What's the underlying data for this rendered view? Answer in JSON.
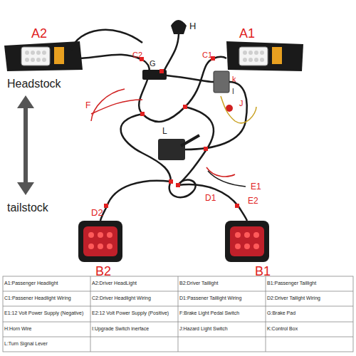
{
  "diagram": {
    "labels": [
      "A2",
      "H",
      "A1",
      "C2",
      "C1",
      "G",
      "Headstock",
      "k",
      "I",
      "F",
      "J",
      "L",
      "E1",
      "E2",
      "tailstock",
      "D2",
      "D1",
      "B2",
      "B1",
      "A1:Passenger Headlight",
      "A2:Driver HeadLight",
      "B2:Driver Taillight",
      "B1:Passenger Taillight",
      "C1:Passener Headlight Wiring",
      "C2:Driver Headlight Wiring",
      "D1:Passener Taillight Wiring",
      "D2:Driver Taillght Wiring",
      "E1:12 Volt Power Supply (Negative)",
      "E2:12 Volt Power Supply (Positive)",
      "F:Brake Light Pedal Switch",
      "G:Brake Pad",
      "H:Horn Wire",
      "I:Upgrade Switch inerface",
      "J:Hazard Light Switch",
      "K:Control Box",
      "L:Turn Signal Lever"
    ]
  }
}
